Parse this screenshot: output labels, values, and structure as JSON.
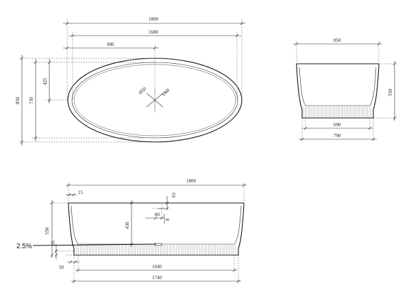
{
  "top_view": {
    "width_overall": "1800",
    "width_inner": "1680",
    "center_offset": "900",
    "half_depth": "425",
    "depth_inner": "730",
    "depth_overall": "850",
    "drain_diameter": "Ø50",
    "overflow_diameter": "Ø60"
  },
  "side_view": {
    "top_width": "850",
    "height": "550",
    "base_inner_width": "690",
    "base_outer_width": "790"
  },
  "front_view": {
    "overall_length": "1800",
    "rim_offset": "15",
    "height": "550",
    "inner_depth": "430",
    "overflow_height": "63",
    "overflow_width": "80",
    "overflow_gap": "8",
    "floor_offset": "35",
    "plinth_offset": "50",
    "base_inner_length": "1640",
    "base_length": "1740",
    "slope_label": "2.5%"
  },
  "colors": {
    "line": "#222222",
    "background": "#ffffff"
  }
}
